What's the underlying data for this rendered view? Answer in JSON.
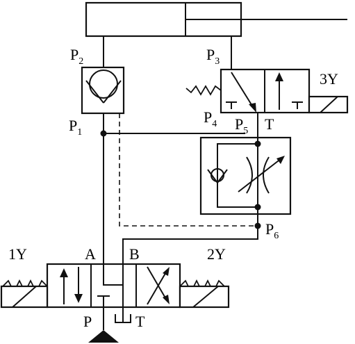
{
  "ports": {
    "p1": {
      "main": "P",
      "sub": "1"
    },
    "p2": {
      "main": "P",
      "sub": "2"
    },
    "p3": {
      "main": "P",
      "sub": "3"
    },
    "p4": {
      "main": "P",
      "sub": "4"
    },
    "p5": {
      "main": "P",
      "sub": "5"
    },
    "p6": {
      "main": "P",
      "sub": "6"
    },
    "t_top": "T",
    "a": "A",
    "b": "B",
    "p_bottom": "P",
    "t_bottom": "T"
  },
  "solenoids": {
    "s1": "1Y",
    "s2": "2Y",
    "s3": "3Y"
  }
}
